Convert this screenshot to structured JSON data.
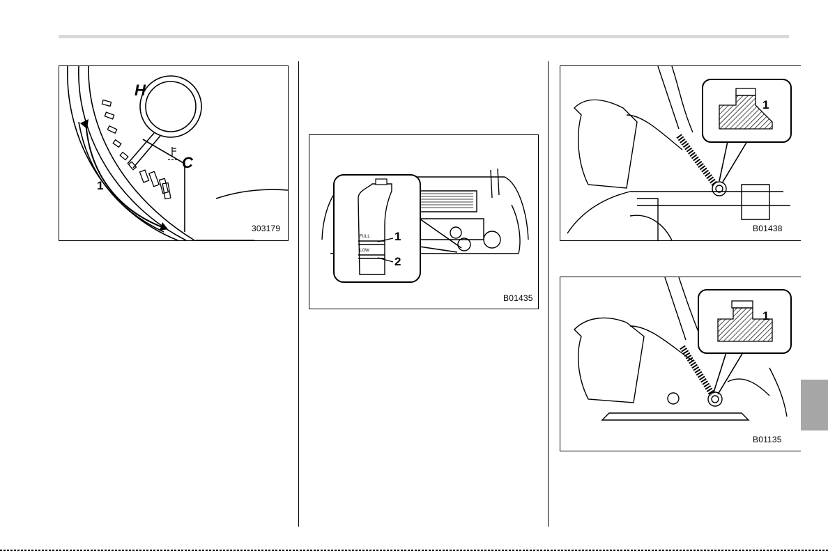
{
  "figures": {
    "temperature_gauge": {
      "code": "303179",
      "callout": "1",
      "hot_letter": "H",
      "cold_letter": "C"
    },
    "reservoir": {
      "code": "B01435",
      "callout_full": "1",
      "callout_low": "2",
      "full_mark": "FULL",
      "low_mark": "LOW"
    },
    "refill_top": {
      "code": "B01438",
      "callout": "1"
    },
    "refill_bottom": {
      "code": "B01135",
      "callout": "1"
    }
  },
  "colors": {
    "rule": "#d9d9d9",
    "tab": "#a6a6a6"
  }
}
